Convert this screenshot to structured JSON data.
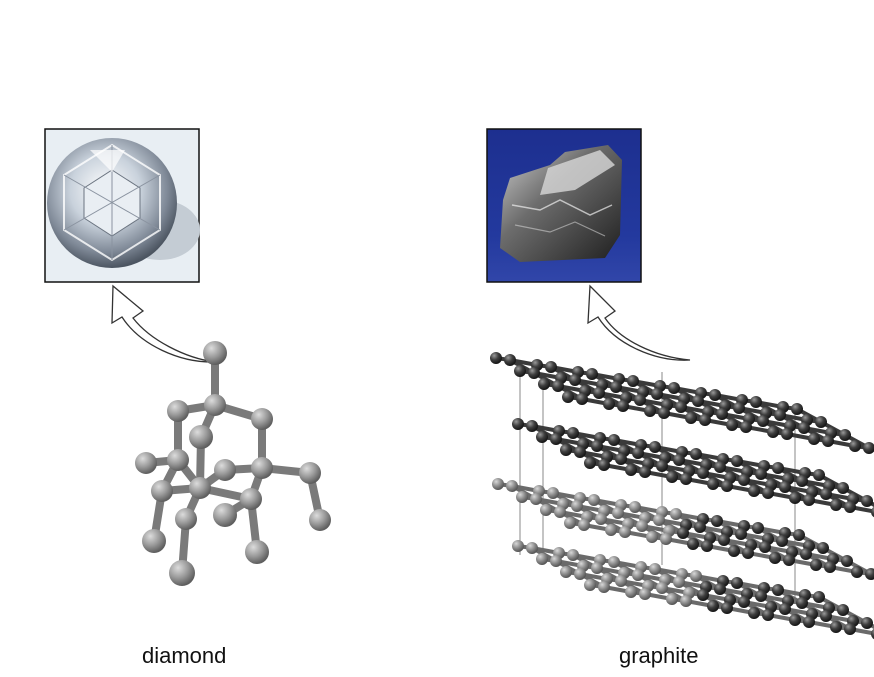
{
  "labels": {
    "diamond": "diamond",
    "graphite": "graphite"
  },
  "colors": {
    "diamond_atom": "#8e8e8e",
    "graphite_atom_dark": "#3c3c3c",
    "graphite_atom_light": "#8a8a8a",
    "photo_frame": "#111111",
    "arrow_fill": "#ffffff",
    "arrow_stroke": "#333333",
    "graphite_photo_bg": "#1b2f8c"
  },
  "icons": [
    "diamond-photo",
    "graphite-photo",
    "pointer-arrow"
  ]
}
